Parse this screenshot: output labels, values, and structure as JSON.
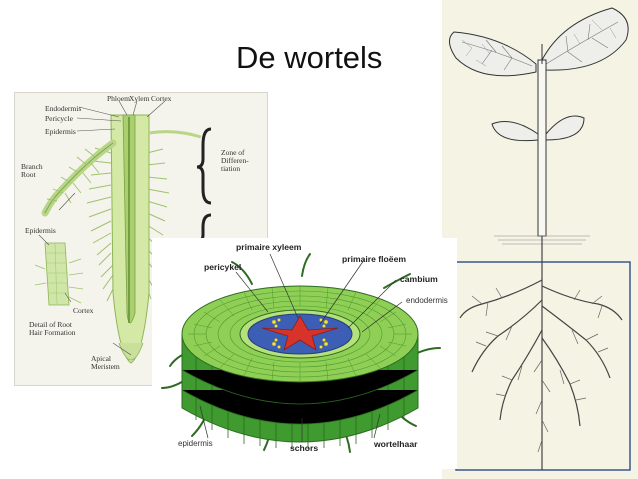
{
  "title": "De wortels",
  "root_diagram": {
    "labels": {
      "endodermis": "Endodermis",
      "pericycle": "Pericycle",
      "epidermis_top": "Epidermis",
      "phloem": "Phloem",
      "xylem": "Xylem",
      "cortex_top": "Cortex",
      "zone": "Zone of\nDifferen-\ntiation",
      "branch_root": "Branch\nRoot",
      "epidermis_left": "Epidermis",
      "cortex_detail": "Cortex",
      "detail": "Detail of Root\nHair Formation",
      "apical": "Apical\nMeristem"
    }
  },
  "cross_section": {
    "labels": {
      "primaire_xyleem": "primaire xyleem",
      "pericykel": "pericykel",
      "primaire_floeem": "primaire floëem",
      "cambium": "cambium",
      "endodermis": "endodermis",
      "epidermis": "epidermis",
      "schors": "schors",
      "wortelhaar": "wortelhaar"
    }
  },
  "colors": {
    "cortex_green": "#7cc144",
    "cortex_dark": "#3f8f2a",
    "stele_blue": "#3c5fb5",
    "xylem_red": "#d8332a",
    "root_pale_green": "#cfe6a8",
    "highlight_box": "#2f4d8a"
  }
}
